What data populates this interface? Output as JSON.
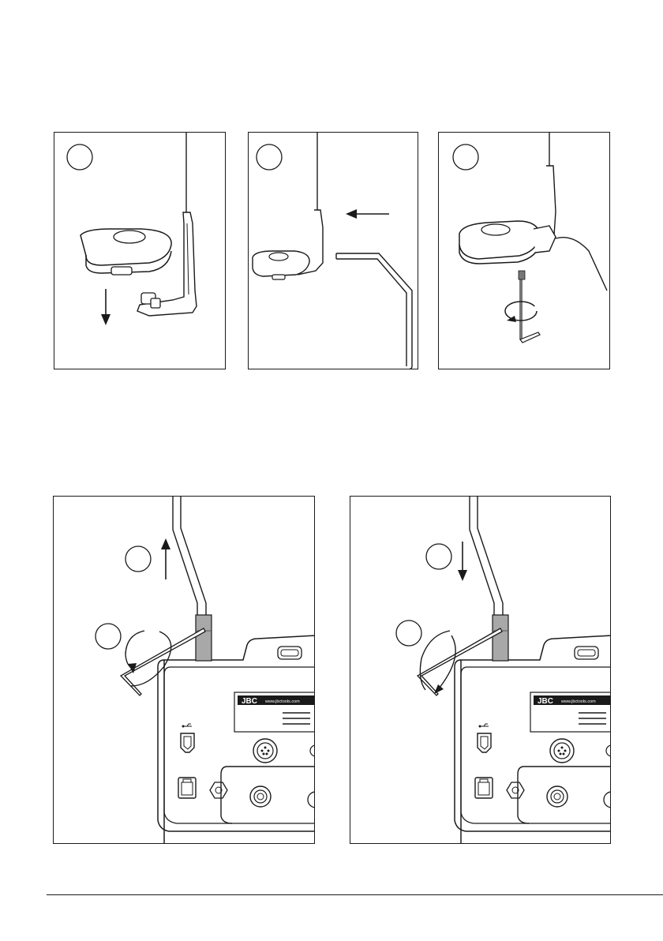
{
  "panels": [
    {
      "id": "p1",
      "step_circle": ""
    },
    {
      "id": "p2",
      "step_circle": ""
    },
    {
      "id": "p3",
      "step_circle": ""
    },
    {
      "id": "p4",
      "step_circle_top": "",
      "step_circle_bottom": "",
      "brand": "JBC",
      "website": "www.jbctools.com"
    },
    {
      "id": "p5",
      "step_circle_top": "",
      "step_circle_bottom": "",
      "brand": "JBC",
      "website": "www.jbctools.com"
    }
  ],
  "icons": {
    "arrow_down": "arrow-down-icon",
    "arrow_left": "arrow-left-icon",
    "arrow_up": "arrow-up-icon",
    "rotate": "rotate-icon",
    "usb": "usb-icon"
  }
}
